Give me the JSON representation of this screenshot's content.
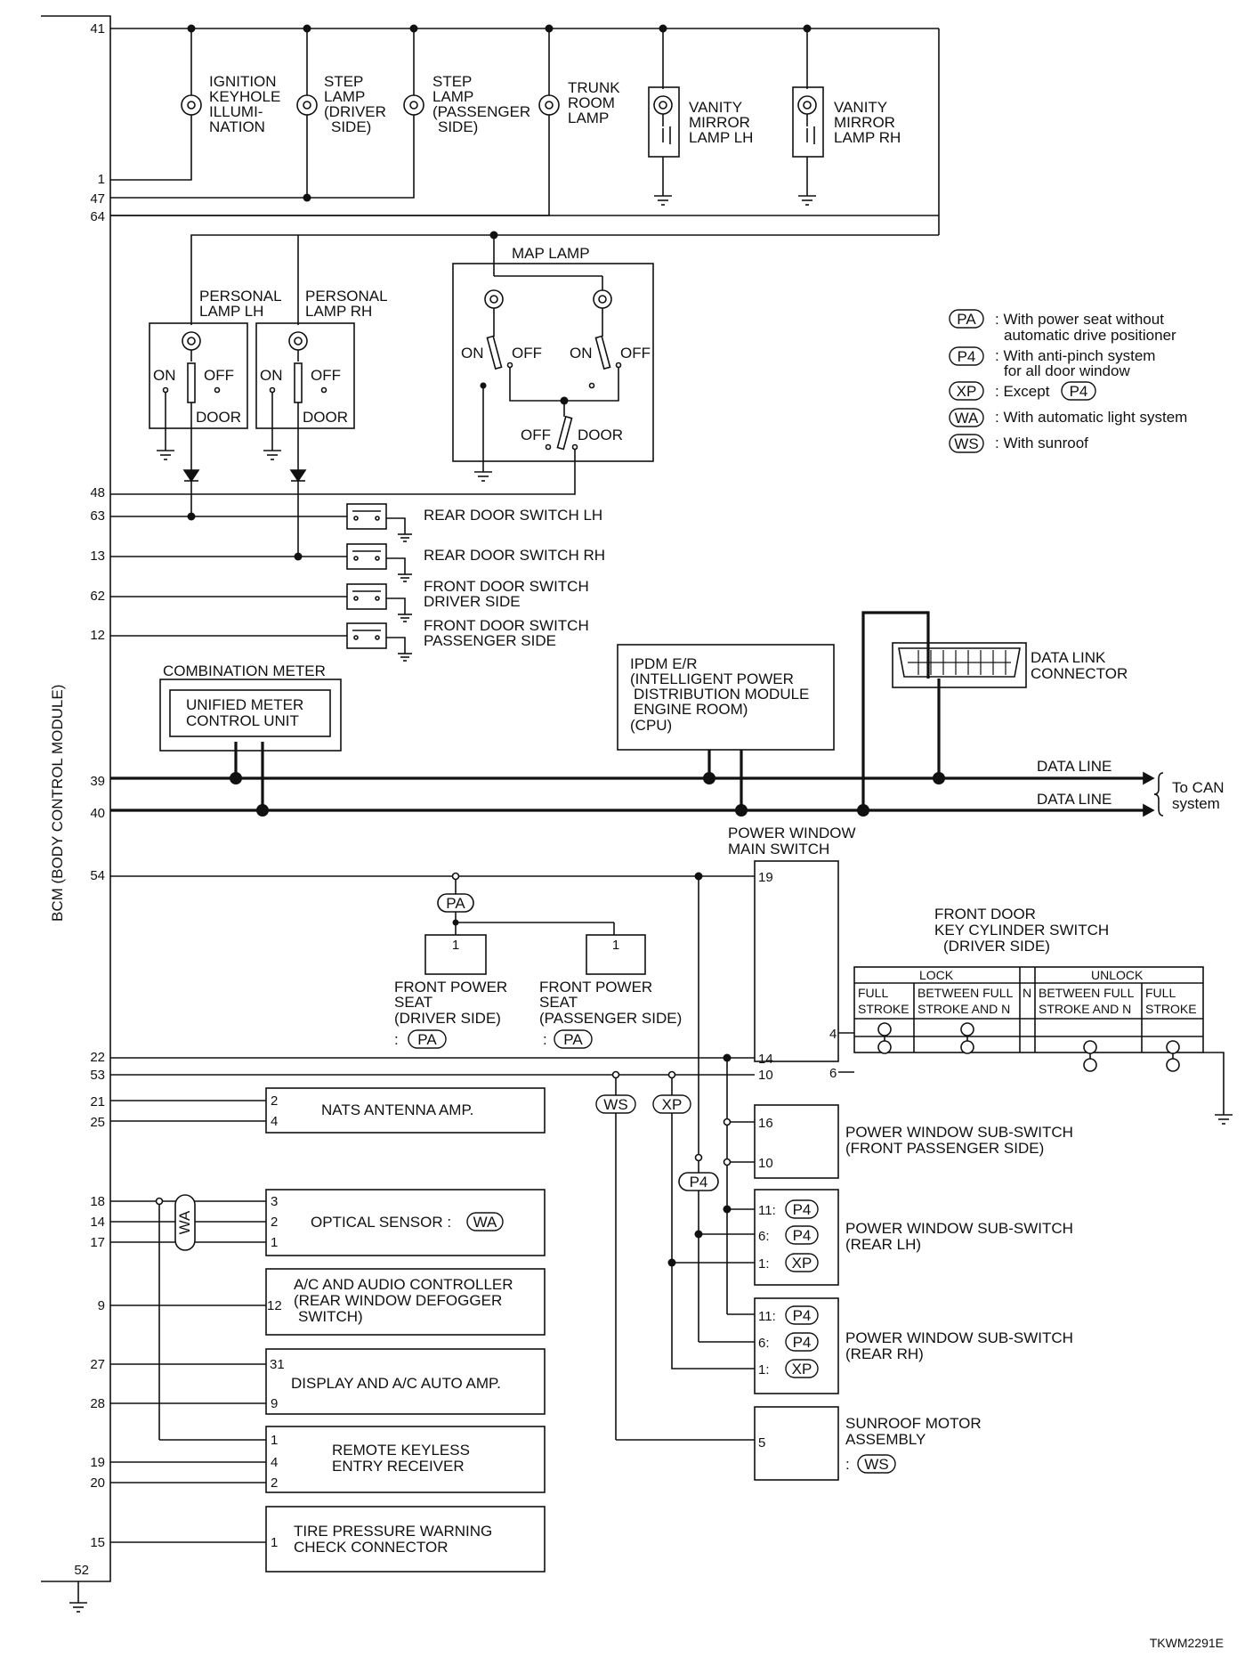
{
  "bcm": {
    "title": "BCM (BODY CONTROL MODULE)"
  },
  "pins_bcm": {
    "p41": "41",
    "p1": "1",
    "p47": "47",
    "p64": "64",
    "p48": "48",
    "p63": "63",
    "p13": "13",
    "p62": "62",
    "p12": "12",
    "p39": "39",
    "p40": "40",
    "p54": "54",
    "p22": "22",
    "p53": "53",
    "p21": "21",
    "p25": "25",
    "p18": "18",
    "p14": "14",
    "p17": "17",
    "p9": "9",
    "p27": "27",
    "p28": "28",
    "p19": "19",
    "p20": "20",
    "p15": "15",
    "p52": "52"
  },
  "lamps": {
    "ignition": [
      "IGNITION",
      "KEYHOLE",
      "ILLUMI-",
      "NATION"
    ],
    "step_driver": [
      "STEP",
      "LAMP",
      "(DRIVER",
      "SIDE)"
    ],
    "step_passenger": [
      "STEP",
      "LAMP",
      "(PASSENGER",
      "SIDE)"
    ],
    "trunk": [
      "TRUNK",
      "ROOM",
      "LAMP"
    ],
    "vanity_lh": [
      "VANITY",
      "MIRROR",
      "LAMP LH"
    ],
    "vanity_rh": [
      "VANITY",
      "MIRROR",
      "LAMP RH"
    ],
    "personal_lh": [
      "PERSONAL",
      "LAMP LH"
    ],
    "personal_rh": [
      "PERSONAL",
      "LAMP RH"
    ],
    "map": "MAP LAMP",
    "on": "ON",
    "off": "OFF",
    "door": "DOOR"
  },
  "switches": {
    "rear_lh": "REAR DOOR SWITCH LH",
    "rear_rh": "REAR DOOR SWITCH RH",
    "front_driver": [
      "FRONT DOOR SWITCH",
      "DRIVER SIDE"
    ],
    "front_passenger": [
      "FRONT DOOR SWITCH",
      "PASSENGER SIDE"
    ]
  },
  "legend": [
    {
      "code": "PA",
      "text": [
        ": With power seat without",
        "automatic drive positioner"
      ]
    },
    {
      "code": "P4",
      "text": [
        ": With anti-pinch system",
        "for all door window"
      ]
    },
    {
      "code": "XP",
      "text": [
        ": Except"
      ],
      "ref": "P4"
    },
    {
      "code": "WA",
      "text": [
        ": With automatic light system"
      ]
    },
    {
      "code": "WS",
      "text": [
        ": With sunroof"
      ]
    }
  ],
  "can": {
    "combination_meter": "COMBINATION METER",
    "unified_meter": [
      "UNIFIED METER",
      "CONTROL UNIT"
    ],
    "ipdm": [
      "IPDM E/R",
      "(INTELLIGENT POWER",
      "DISTRIBUTION MODULE",
      "ENGINE ROOM)",
      "(CPU)"
    ],
    "dlc": [
      "DATA LINK",
      "CONNECTOR"
    ],
    "data_line": "DATA LINE",
    "to_can": [
      "To CAN",
      "system"
    ]
  },
  "power_window": {
    "main": [
      "POWER WINDOW",
      "MAIN SWITCH"
    ],
    "main_pins": [
      "19",
      "14",
      "10"
    ],
    "front_passenger": [
      "POWER WINDOW SUB-SWITCH",
      "(FRONT PASSENGER SIDE)"
    ],
    "fp_pins": [
      "16",
      "10"
    ],
    "rear_lh": [
      "POWER WINDOW SUB-SWITCH",
      "(REAR LH)"
    ],
    "rear_rh": [
      "POWER WINDOW SUB-SWITCH",
      "(REAR RH)"
    ],
    "rear_pins": [
      "11:",
      "6:",
      "1:"
    ]
  },
  "seats": {
    "driver": [
      "FRONT POWER",
      "SEAT",
      "(DRIVER SIDE)"
    ],
    "passenger": [
      "FRONT POWER",
      "SEAT",
      "(PASSENGER SIDE)"
    ],
    "pin": "1"
  },
  "key_cylinder": {
    "title": [
      "FRONT DOOR",
      "KEY CYLINDER SWITCH",
      "(DRIVER SIDE)"
    ],
    "lock": "LOCK",
    "unlock": "UNLOCK",
    "n": "N",
    "full_stroke": [
      "FULL",
      "STROKE"
    ],
    "between": [
      "BETWEEN FULL",
      "STROKE AND N"
    ],
    "pins": [
      "4",
      "6"
    ]
  },
  "modules": {
    "nats": {
      "label": "NATS ANTENNA AMP.",
      "pins": [
        "2",
        "4"
      ]
    },
    "optical": {
      "label": "OPTICAL SENSOR :",
      "pins": [
        "3",
        "2",
        "1"
      ]
    },
    "ac_audio": {
      "label": [
        "A/C AND AUDIO CONTROLLER",
        "(REAR WINDOW DEFOGGER",
        "SWITCH)"
      ],
      "pins": [
        "12"
      ]
    },
    "display": {
      "label": "DISPLAY AND A/C AUTO AMP.",
      "pins": [
        "31",
        "9"
      ]
    },
    "keyless": {
      "label": [
        "REMOTE KEYLESS",
        "ENTRY RECEIVER"
      ],
      "pins": [
        "1",
        "4",
        "2"
      ]
    },
    "tire": {
      "label": [
        "TIRE PRESSURE WARNING",
        "CHECK CONNECTOR"
      ],
      "pins": [
        "1"
      ]
    },
    "sunroof": {
      "label": [
        "SUNROOF MOTOR",
        "ASSEMBLY"
      ],
      "colon": ":",
      "pins": [
        "5"
      ]
    }
  },
  "footer_code": "TKWM2291E"
}
